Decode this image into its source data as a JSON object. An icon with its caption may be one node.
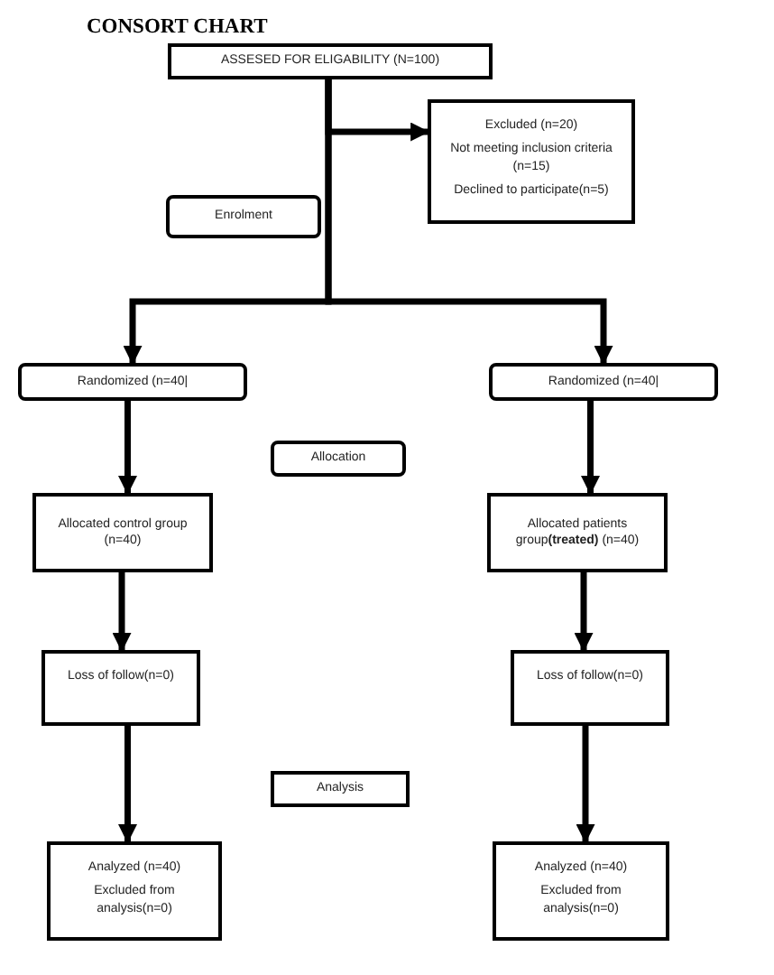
{
  "diagram": {
    "title": "CONSORT CHART",
    "nodes": [
      {
        "text": [
          "ASSESED FOR ELIGABILITY (N=100)"
        ]
      },
      {
        "text": [
          "Excluded (n=20)",
          "Not meeting inclusion criteria (n=15)",
          "Declined to participate(n=5)"
        ]
      },
      {
        "text": [
          "Enrolment"
        ]
      },
      {
        "text": [
          "Randomized (n=40|"
        ]
      },
      {
        "text": [
          "Randomized (n=40|"
        ]
      },
      {
        "text": [
          "Allocation"
        ]
      },
      {
        "text": [
          "Allocated control group (n=40)"
        ]
      },
      {
        "text": [
          "Allocated patients group**(treated)** (n=40)"
        ]
      },
      {
        "text": [
          "Loss of follow(n=0)"
        ]
      },
      {
        "text": [
          "Loss of follow(n=0)"
        ]
      },
      {
        "text": [
          "Analysis"
        ]
      },
      {
        "text": [
          "Analyzed (n=40)",
          "Excluded from analysis(n=0)"
        ]
      },
      {
        "text": [
          "Analyzed (n=40)",
          "Excluded from analysis(n=0)"
        ]
      }
    ],
    "edges": [
      {
        "from": 0,
        "to": 1,
        "arrow": "to"
      },
      {
        "from": 0,
        "to": 3,
        "arrow": "to"
      },
      {
        "from": 0,
        "to": 4,
        "arrow": "to"
      },
      {
        "from": 3,
        "to": 6,
        "arrow": "to"
      },
      {
        "from": 4,
        "to": 7,
        "arrow": "to"
      },
      {
        "from": 6,
        "to": 8,
        "arrow": "to"
      },
      {
        "from": 7,
        "to": 9,
        "arrow": "to"
      },
      {
        "from": 8,
        "to": 11,
        "arrow": "to"
      },
      {
        "from": 9,
        "to": 12,
        "arrow": "to"
      }
    ]
  }
}
